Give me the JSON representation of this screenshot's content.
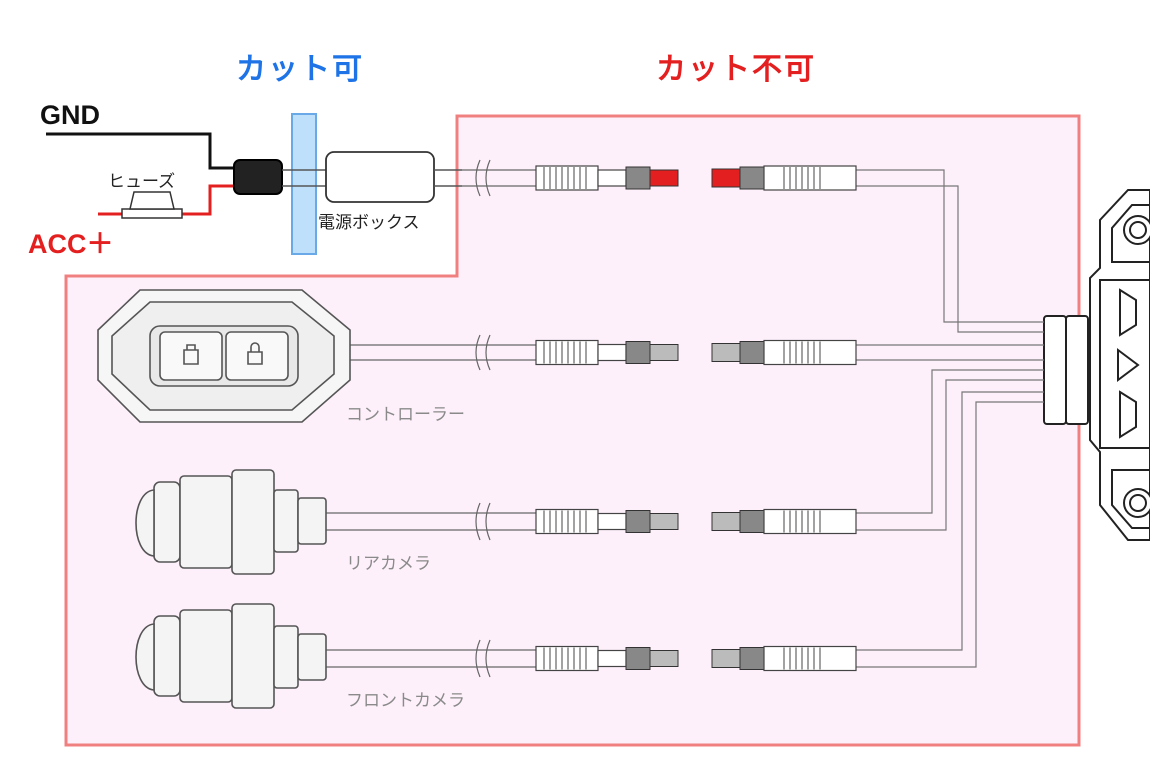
{
  "labels": {
    "cut_ok": "カット可",
    "cut_ng": "カット不可",
    "gnd": "GND",
    "acc": "ACC＋",
    "fuse": "ヒューズ",
    "power_box": "電源ボックス",
    "controller": "コントローラー",
    "rear_camera": "リアカメラ",
    "front_camera": "フロントカメラ"
  },
  "colors": {
    "cut_ok": "#1e73e6",
    "cut_ng": "#e41f1f",
    "region_fill": "#fdf0fa",
    "region_border": "#f08080",
    "cut_band": "#bfe0fb",
    "red_wire": "#e41f1f"
  }
}
